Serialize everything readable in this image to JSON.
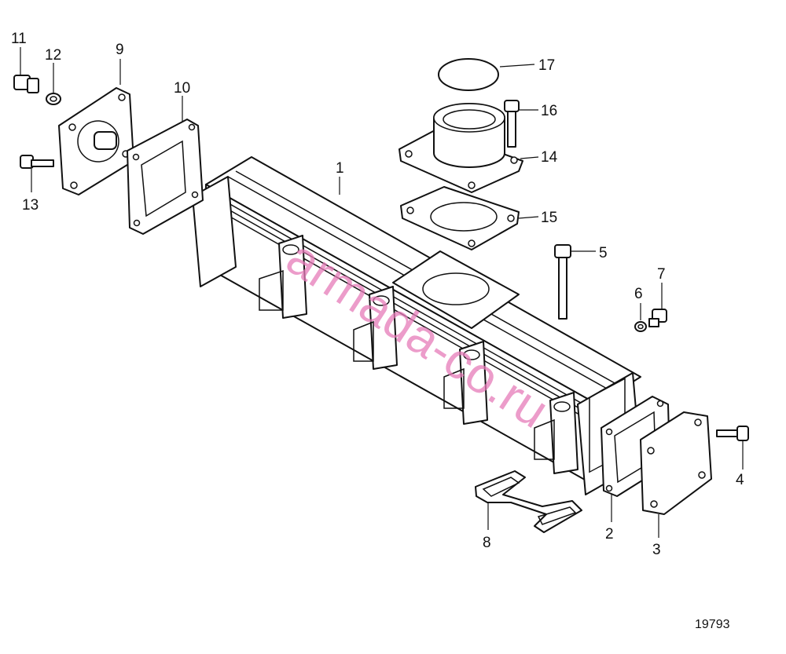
{
  "callouts": {
    "c1": "1",
    "c2": "2",
    "c3": "3",
    "c4": "4",
    "c5": "5",
    "c6": "6",
    "c7": "7",
    "c8": "8",
    "c9": "9",
    "c10": "10",
    "c11": "11",
    "c12": "12",
    "c13": "13",
    "c14": "14",
    "c15": "15",
    "c16": "16",
    "c17": "17"
  },
  "figure_number": "19793",
  "watermark": "armada-co.ru",
  "colors": {
    "line": "#111111",
    "watermark": "#e67bb8"
  }
}
